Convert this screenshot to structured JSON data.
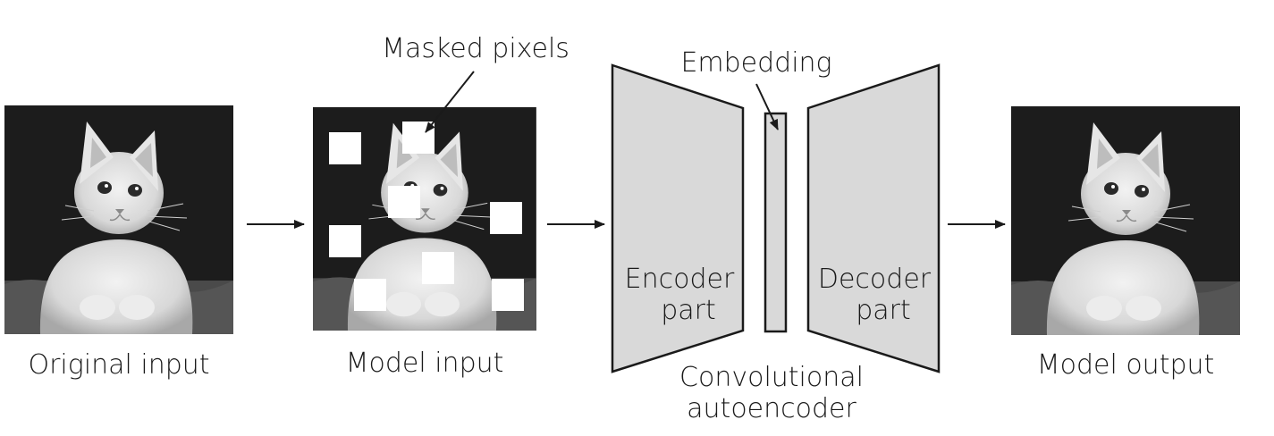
{
  "labels": {
    "original_input": "Original input",
    "model_input": "Model input",
    "masked_pixels": "Masked pixels",
    "embedding": "Embedding",
    "encoder_line1": "Encoder",
    "encoder_line2": "part",
    "decoder_line1": "Decoder",
    "decoder_line2": "part",
    "conv_line1": "Convolutional",
    "conv_line2": "autoencoder",
    "model_output": "Model output"
  },
  "colors": {
    "block_fill": "#d9d9d9",
    "stroke": "#1a1a1a",
    "photo_bg": "#1c1c1c",
    "mask": "#ffffff"
  },
  "icons": {
    "photo": "kitten-photo-icon",
    "arrow": "right-arrow-icon"
  }
}
